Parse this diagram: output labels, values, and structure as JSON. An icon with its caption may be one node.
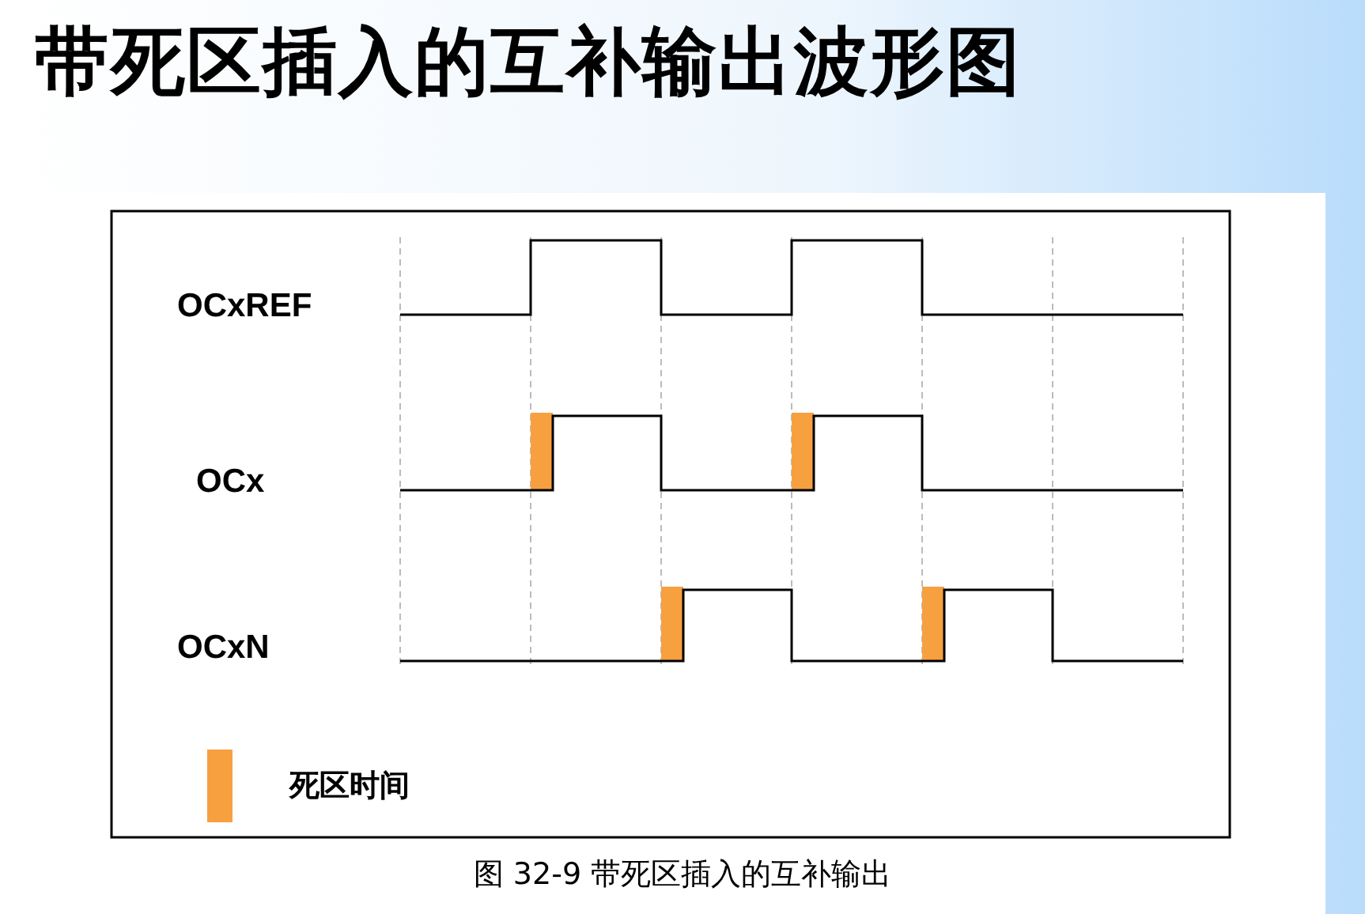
{
  "diagram": {
    "title": "带死区插入的互补输出波形图",
    "caption": "图 32-9 带死区插入的互补输出",
    "labels": [
      "OCxREF",
      "OCx",
      "OCxN"
    ],
    "legend": [
      {
        "text": "死区时间",
        "color": "#f7a040"
      }
    ]
  }
}
